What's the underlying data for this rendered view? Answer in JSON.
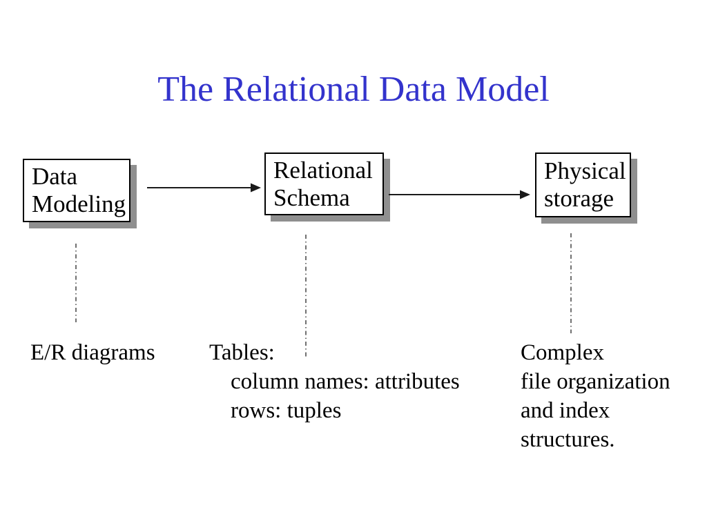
{
  "slide": {
    "title": "The Relational Data Model",
    "title_color": "#3333cc",
    "background_color": "#ffffff"
  },
  "diagram": {
    "box_border_color": "#000000",
    "box_fill_color": "#ffffff",
    "box_shadow_color": "#8f8f8f",
    "arrow_color": "#1a1a1a",
    "dashed_line_color": "#404040",
    "boxes": [
      {
        "id": "data-modeling",
        "lines": [
          "Data",
          "Modeling"
        ]
      },
      {
        "id": "relational-schema",
        "lines": [
          "Relational",
          "Schema"
        ]
      },
      {
        "id": "physical-storage",
        "lines": [
          "Physical",
          "storage"
        ]
      }
    ]
  },
  "annotations": [
    {
      "id": "er-diagrams",
      "lines": [
        "E/R diagrams"
      ]
    },
    {
      "id": "tables",
      "lines": [
        "Tables:",
        "column names: attributes",
        "rows: tuples"
      ]
    },
    {
      "id": "physical-details",
      "lines": [
        "Complex",
        "file organization",
        "and index",
        "structures."
      ]
    }
  ]
}
